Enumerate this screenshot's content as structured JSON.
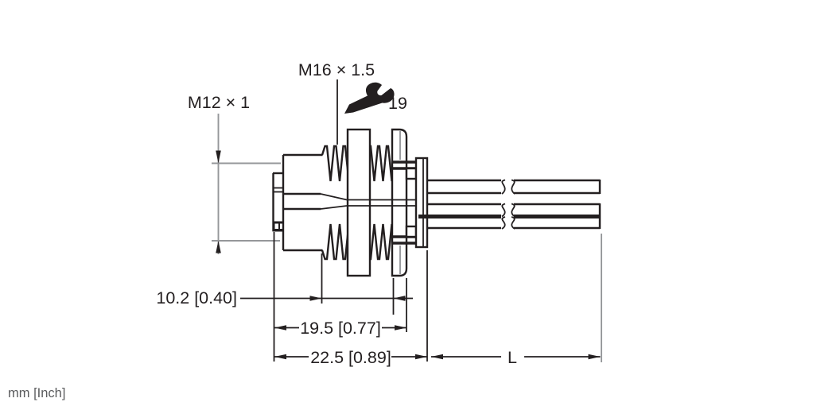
{
  "drawing": {
    "units_note": "mm [Inch]",
    "labels": {
      "front_thread": "M12 × 1",
      "mounting_thread": "M16 × 1.5",
      "wrench_size": "19"
    },
    "dimensions": {
      "thread_length": "10.2 [0.40]",
      "body_length": "19.5 [0.77]",
      "total_length": "22.5 [0.89]",
      "cable_length": "L"
    },
    "colors": {
      "line": "#231f20",
      "secondary_line": "#95979a",
      "background": "#ffffff"
    }
  }
}
